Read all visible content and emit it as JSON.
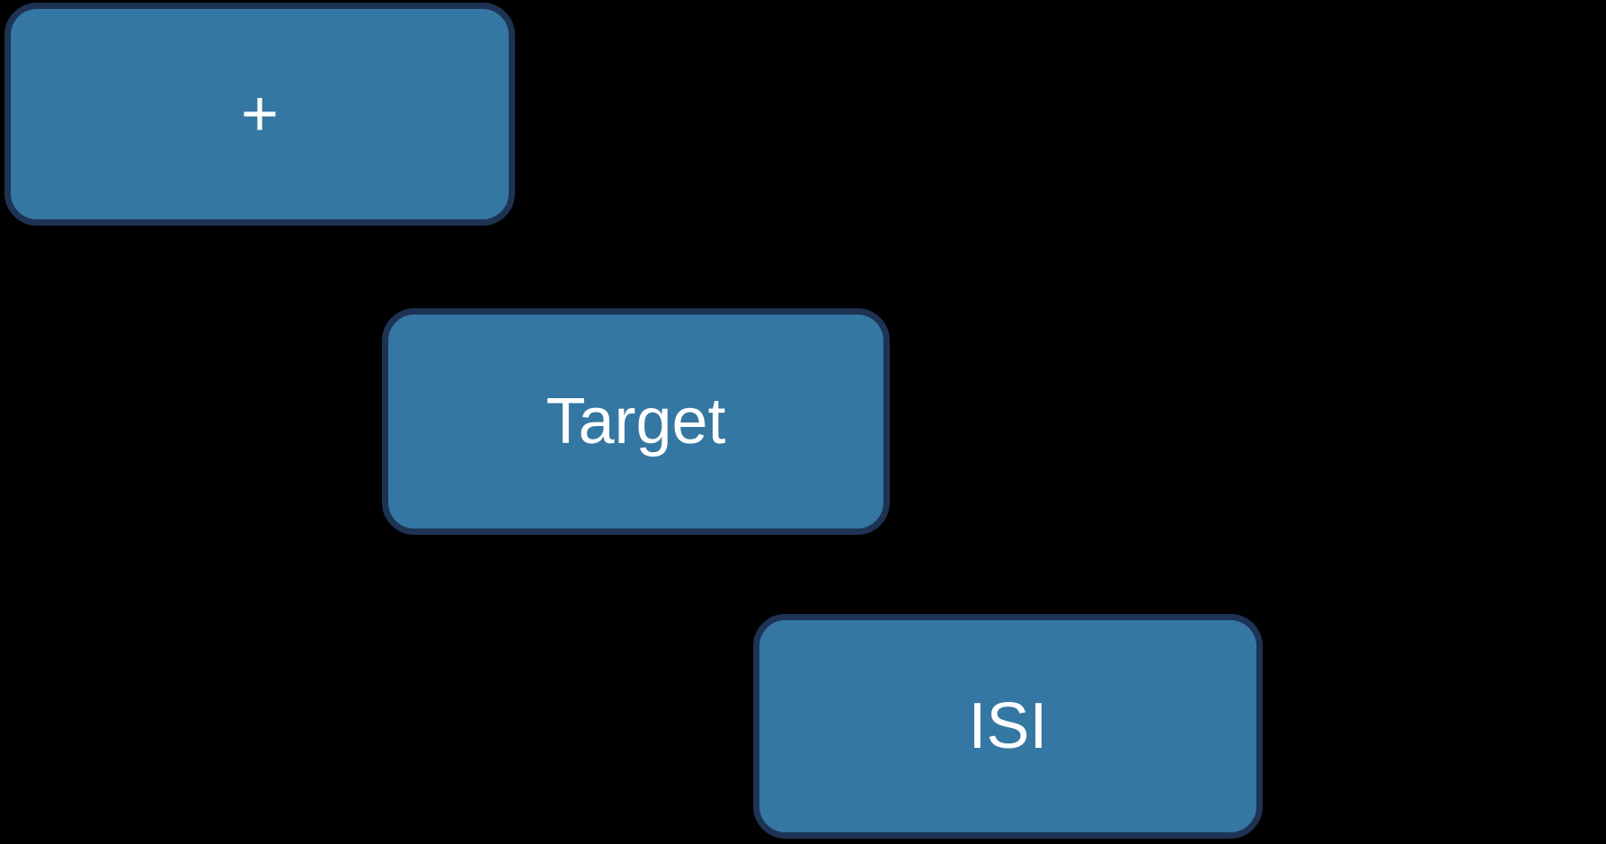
{
  "diagram": {
    "boxes": [
      {
        "id": "fixation",
        "label": "+"
      },
      {
        "id": "target",
        "label": "Target"
      },
      {
        "id": "isi",
        "label": "ISI"
      }
    ]
  },
  "colors": {
    "background": "#000000",
    "box_fill": "#3577A3",
    "box_border": "#1E3354",
    "label_text": "#FFFFFF"
  }
}
